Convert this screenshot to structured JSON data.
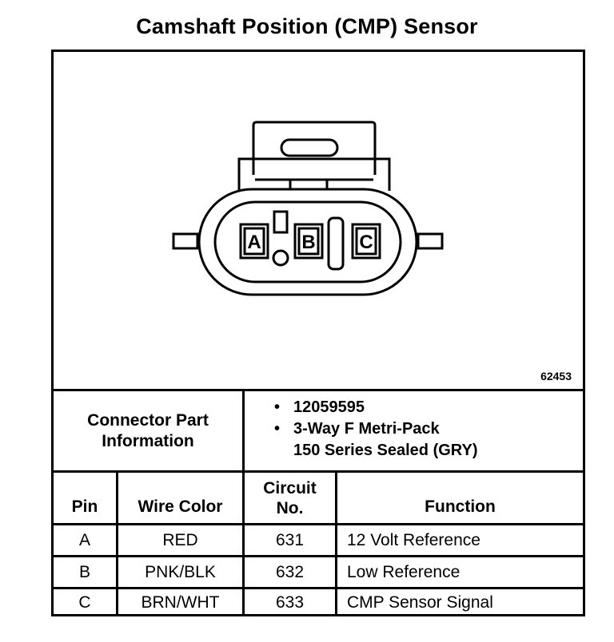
{
  "title": "Camshaft Position (CMP) Sensor",
  "figure_id": "62453",
  "connector": {
    "pins": [
      "A",
      "B",
      "C"
    ]
  },
  "part_info": {
    "label_line1": "Connector Part",
    "label_line2": "Information",
    "part_number": "12059595",
    "description_line1": "3-Way F Metri-Pack",
    "description_line2": "150 Series Sealed (GRY)"
  },
  "table": {
    "headers": {
      "pin": "Pin",
      "wire_color": "Wire Color",
      "circuit_line1": "Circuit",
      "circuit_line2": "No.",
      "function": "Function"
    },
    "rows": [
      {
        "pin": "A",
        "wire_color": "RED",
        "circuit": "631",
        "function": "12 Volt Reference"
      },
      {
        "pin": "B",
        "wire_color": "PNK/BLK",
        "circuit": "632",
        "function": "Low Reference"
      },
      {
        "pin": "C",
        "wire_color": "BRN/WHT",
        "circuit": "633",
        "function": "CMP Sensor Signal"
      }
    ]
  }
}
